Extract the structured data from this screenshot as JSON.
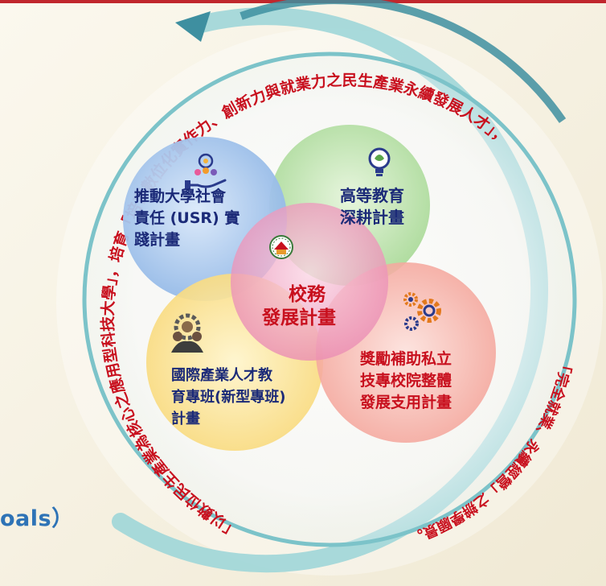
{
  "goal_ring": {
    "text_top": "「以數位民生產業為核心之應用型科技大學」，培育「培育數位化實作力、創新力與就業力之民生產業永續發展人才」，",
    "text_bottom": "「完全就業、永續經營」之辦學願景。"
  },
  "circles": {
    "usr": {
      "label_lines": [
        "推動大學社會",
        "責任 (USR) 實",
        "踐計畫"
      ],
      "icon": "hand-holding-people-icon",
      "color": "#a9c8ef"
    },
    "higher_ed": {
      "label_lines": [
        "高等教育",
        "深耕計畫"
      ],
      "icon": "lightbulb-icon",
      "color": "#bfe3b0"
    },
    "talent": {
      "label_lines": [
        "國際產業人才教",
        "育專班(新型專班)",
        "計畫"
      ],
      "icon": "team-gear-icon",
      "color": "#fbe39a"
    },
    "private": {
      "label_lines": [
        "獎勵補助私立",
        "技專校院整體",
        "發展支用計畫"
      ],
      "icon": "gears-icon",
      "color": "#f7b3a9"
    },
    "center": {
      "label_lines": [
        "校務",
        "發展計畫"
      ],
      "icon": "school-seal-icon",
      "color": "#f3a6c3"
    }
  },
  "side_label": {
    "text": "oals）"
  },
  "colors": {
    "ring": "#3e8fa0",
    "ring_light": "#9fd6d8",
    "goal_text": "#c8101e",
    "label_text": "#1b2a78",
    "center_text": "#c8101e"
  }
}
